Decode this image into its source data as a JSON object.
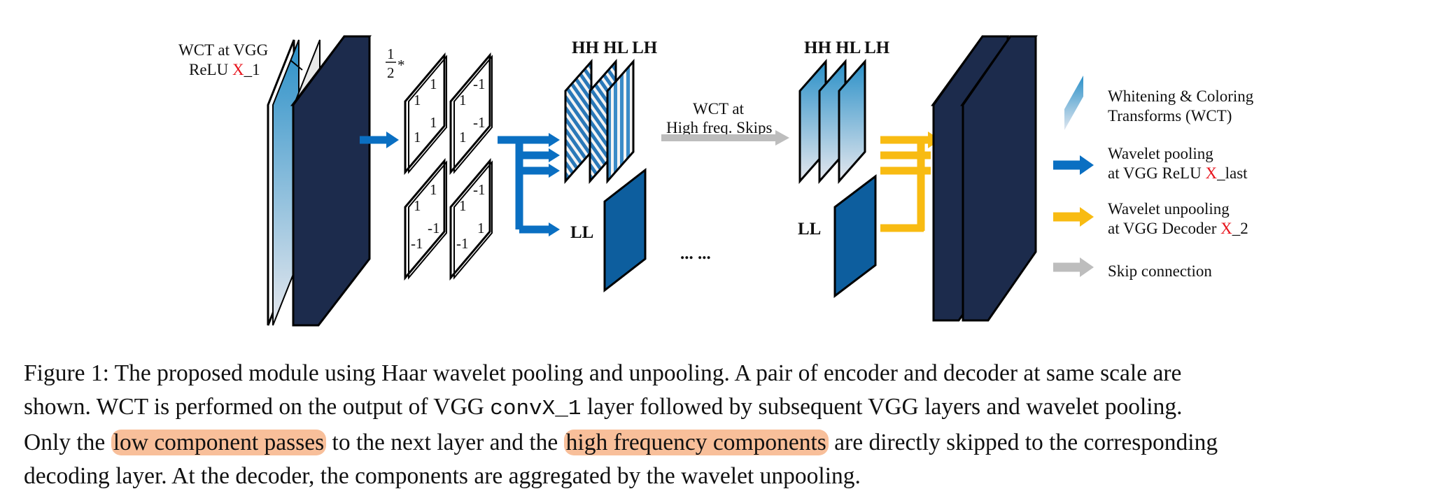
{
  "figure": {
    "input_label": {
      "line1": "WCT at VGG",
      "line2_prefix": "ReLU ",
      "line2_red": "X",
      "line2_suffix": "_1"
    },
    "filter_scale": {
      "num": "1",
      "den": "2",
      "star": "*"
    },
    "filters": [
      {
        "tl": "",
        "tr": "1",
        "ml": "1",
        "mr": "1",
        "bl": "1",
        "br": ""
      },
      {
        "tl": "",
        "tr": "-1",
        "ml": "1",
        "mr": "-1",
        "bl": "1",
        "br": ""
      },
      {
        "tl": "",
        "tr": "1",
        "ml": "1",
        "mr": "-1",
        "bl": "-1",
        "br": ""
      },
      {
        "tl": "",
        "tr": "-1",
        "ml": "1",
        "mr": "1",
        "bl": "-1",
        "br": ""
      }
    ],
    "encoder_high_label": "HH HL LH",
    "encoder_low_label": "LL",
    "skip_label_line1": "WCT at",
    "skip_label_line2": "High freq. Skips",
    "ellipsis": "... ...",
    "decoder_high_label": "HH HL LH",
    "decoder_low_label": "LL",
    "legend": [
      {
        "icon": "wct-block-icon",
        "line1": "Whitening & Coloring",
        "line2_prefix": "Transforms (WCT)",
        "line2_red": "",
        "line2_suffix": ""
      },
      {
        "icon": "blue-arrow-icon",
        "line1": "Wavelet pooling",
        "line2_prefix": "at VGG ReLU ",
        "line2_red": "X",
        "line2_suffix": "_last"
      },
      {
        "icon": "yellow-arrow-icon",
        "line1": "Wavelet unpooling",
        "line2_prefix": "at VGG Decoder ",
        "line2_red": "X",
        "line2_suffix": "_2"
      },
      {
        "icon": "gray-arrow-icon",
        "line1": "Skip connection",
        "line2_prefix": "",
        "line2_red": "",
        "line2_suffix": ""
      }
    ],
    "colors": {
      "navy": "#1c2b4c",
      "blue": "#0a6fc2",
      "yellow": "#f8bb12",
      "gray": "#bdbdbd",
      "red": "#e8141c",
      "highlight": "#f8bf9a"
    }
  },
  "caption": {
    "line1": "Figure 1: The proposed module using Haar wavelet pooling and unpooling. A pair of encoder and decoder at same scale are",
    "line2_a": "shown. WCT is performed on the output of VGG ",
    "line2_code": "convX_1",
    "line2_b": " layer followed by subsequent VGG layers and wavelet pooling.",
    "line3_a": "Only the ",
    "line3_hl1": "low component passes",
    "line3_b": " to the next layer and the ",
    "line3_hl2": "high frequency components",
    "line3_c": " are directly skipped to the corresponding",
    "line4": "decoding layer. At the decoder, the components are aggregated by the wavelet unpooling."
  }
}
